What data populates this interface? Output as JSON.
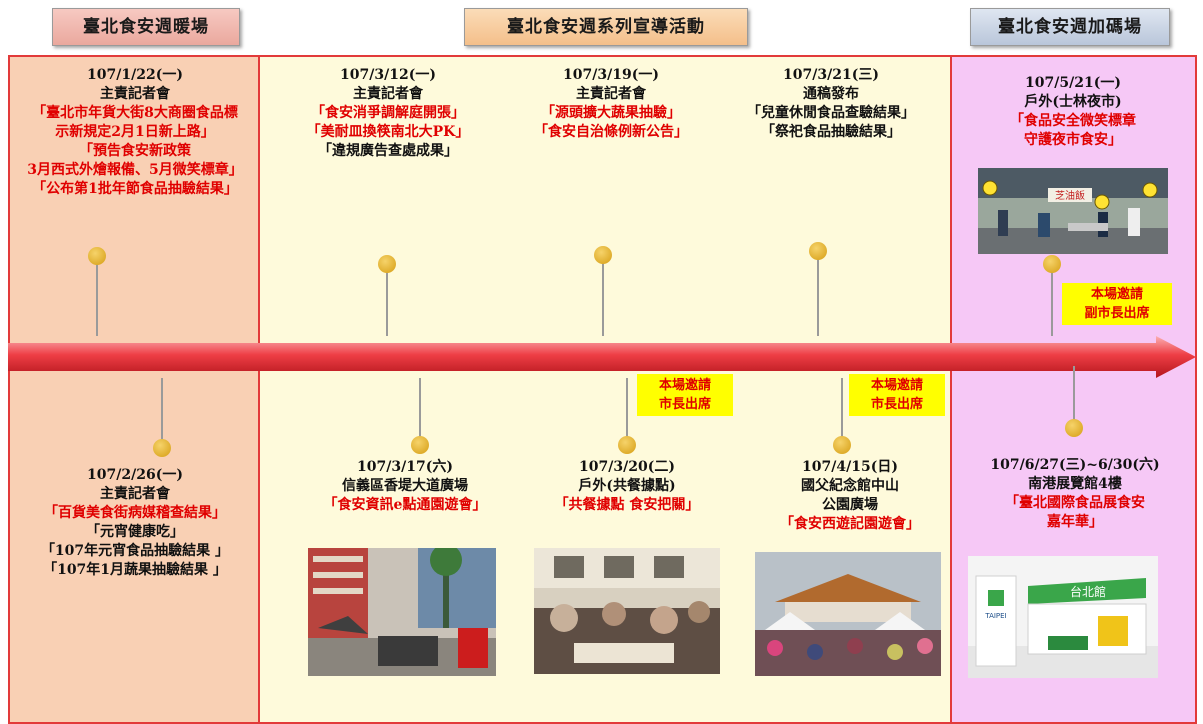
{
  "headers": {
    "left": "臺北食安週暖場",
    "middle": "臺北食安週系列宣導活動",
    "right": "臺北食安週加碼場"
  },
  "events_top": [
    {
      "date": "107/1/22(一)",
      "type": "主責記者會",
      "items": [
        "「臺北市年貨大街8大商圈食品標",
        "示新規定2月1日新上路」",
        "「預告食安新政策",
        "3月西式外燴報備、5月微笑標章」",
        "「公布第1批年節食品抽驗結果」"
      ]
    },
    {
      "date": "107/3/12(一)",
      "type": "主責記者會",
      "items": [
        "「食安消爭調解庭開張」",
        "「美耐皿換筷南北大PK」"
      ],
      "extra": "「違規廣告查處成果」"
    },
    {
      "date": "107/3/19(一)",
      "type": "主責記者會",
      "items": [
        "「源頭擴大蔬果抽驗」",
        "「食安自治條例新公告」"
      ]
    },
    {
      "date": "107/3/21(三)",
      "type": "通稿發布",
      "extra_lines": [
        "「兒童休閒食品查驗結果」",
        "「祭祀食品抽驗結果」"
      ]
    },
    {
      "date": "107/5/21(一)",
      "type": "戶外(士林夜市)",
      "items": [
        "「食品安全微笑標章",
        "守護夜市食安」"
      ]
    }
  ],
  "events_bottom": [
    {
      "date": "107/2/26(一)",
      "type": "主責記者會",
      "items": [
        "「百貨美食街病媒稽查結果」"
      ],
      "extra_lines": [
        "「元宵健康吃」",
        "「107年元宵食品抽驗結果 」",
        "「107年1月蔬果抽驗結果 」"
      ]
    },
    {
      "date": "107/3/17(六)",
      "type": "信義區香堤大道廣場",
      "items": [
        "「食安資訊e點通園遊會」"
      ]
    },
    {
      "date": "107/3/20(二)",
      "type": "戶外(共餐據點)",
      "items": [
        "「共餐據點 食安把關」"
      ]
    },
    {
      "date": "107/4/15(日)",
      "type": "國父紀念館中山",
      "type2": "公園廣場",
      "items": [
        "「食安西遊記園遊會」"
      ]
    },
    {
      "date": "107/6/27(三)~6/30(六)",
      "type": "南港展覽館4樓",
      "items": [
        "「臺北國際食品展食安",
        "嘉年華」"
      ]
    }
  ],
  "badges": {
    "vice_mayor": [
      "本場邀請",
      "副市長出席"
    ],
    "mayor": [
      "本場邀請",
      "市長出席"
    ]
  },
  "photos": {
    "night_market_sign": "芝油飯",
    "expo_sign": "台北館",
    "expo_logo": "TAIPEI"
  },
  "colors": {
    "red_text": "#e00000",
    "badge_bg": "#ffff00",
    "arrow": "#ee3e45",
    "left_panel": "#f9d0b4",
    "mid_panel": "#fefadb",
    "right_panel": "#f6c8f6"
  }
}
